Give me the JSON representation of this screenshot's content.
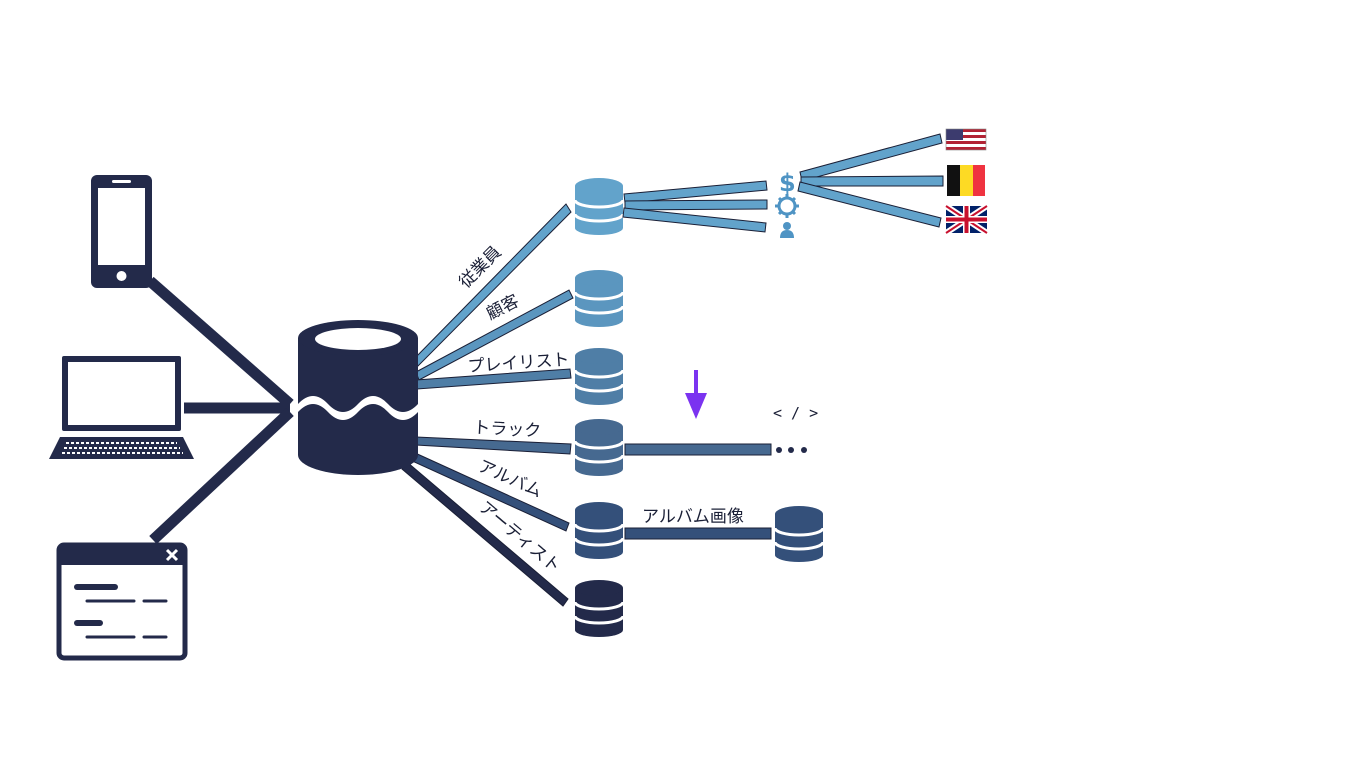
{
  "colors": {
    "hub": "#232a4a",
    "employee": "#62a3cb",
    "customer": "#5b96bf",
    "playlist": "#4f7ea6",
    "track": "#466990",
    "album": "#34507a",
    "artist": "#232a4a",
    "arrow": "#7b33f0",
    "icon": "#4f94c4"
  },
  "tables": {
    "employee": {
      "label": "従業員"
    },
    "customer": {
      "label": "顧客"
    },
    "playlist": {
      "label": "プレイリスト"
    },
    "track": {
      "label": "トラック"
    },
    "album": {
      "label": "アルバム"
    },
    "artist": {
      "label": "アーティスト"
    }
  },
  "album_image": {
    "label": "アルバム画像"
  },
  "code_symbol": "< / >",
  "dollar_symbol": "$",
  "devices": [
    "phone-icon",
    "laptop-icon",
    "browser-window-icon"
  ],
  "flags": [
    "us-flag-icon",
    "belgium-flag-icon",
    "uk-flag-icon"
  ],
  "feature_icons": [
    "dollar-icon",
    "gear-icon",
    "person-icon"
  ]
}
